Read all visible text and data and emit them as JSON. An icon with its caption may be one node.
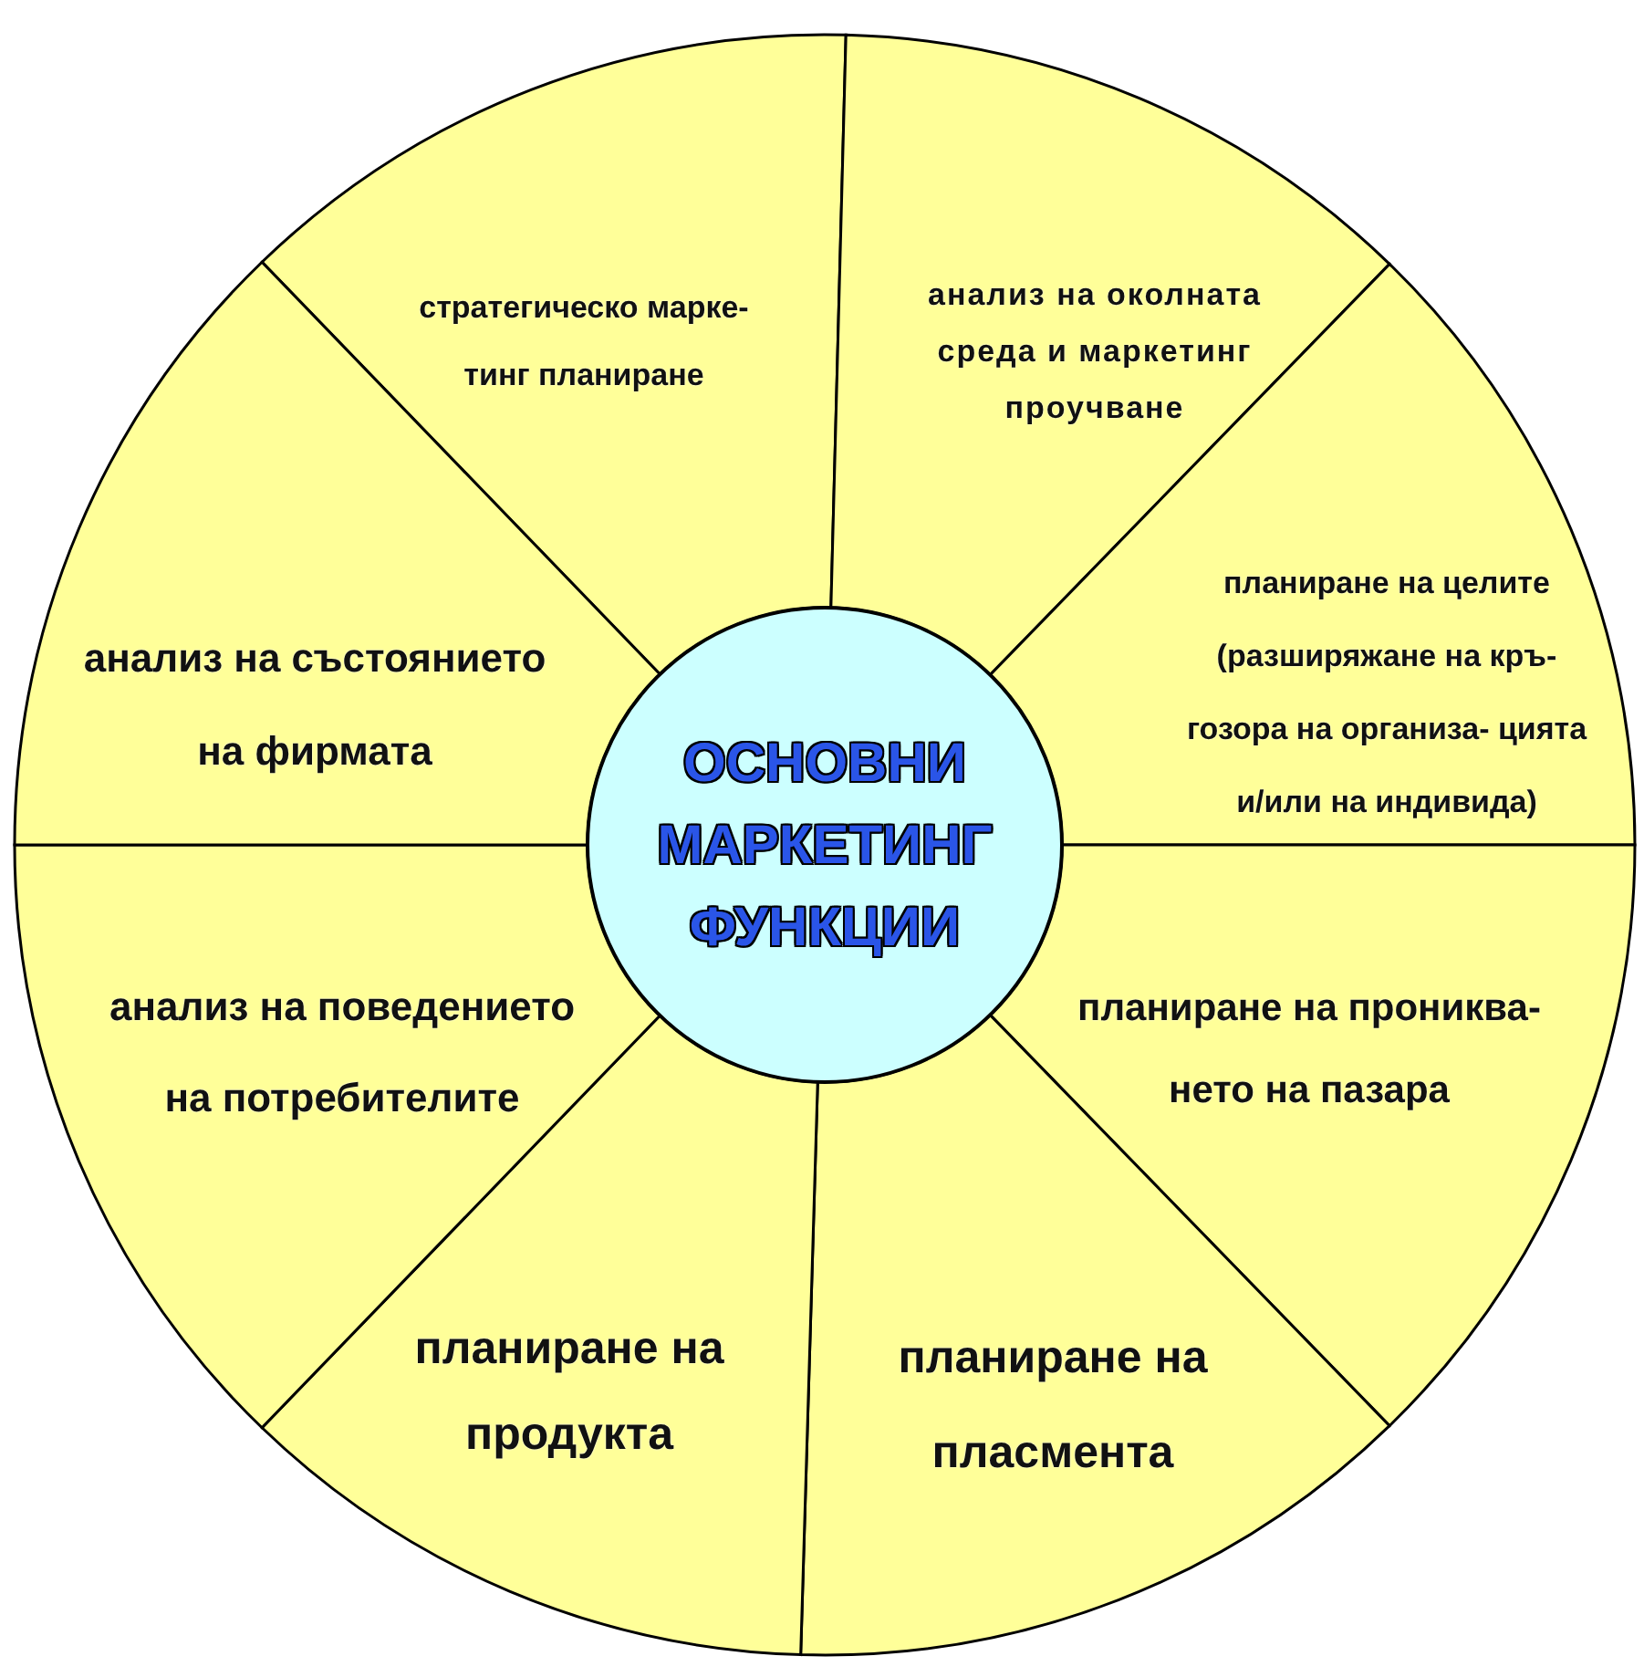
{
  "diagram": {
    "nodes": [
      {
        "text": [
          "ОСНОВНИ МАРКЕТИНГ ФУНКЦИИ"
        ]
      },
      {
        "text": [
          "стратегическо марке- тинг планиране"
        ]
      },
      {
        "text": [
          "анализ на околната среда и маркетинг проучване"
        ]
      },
      {
        "text": [
          "планиране на целите (разширяжане на кръ- гозора на организа- цията и/или на индивида)"
        ]
      },
      {
        "text": [
          "планиране на прониква- нето на пазара"
        ]
      },
      {
        "text": [
          "планиране на пласмента"
        ]
      },
      {
        "text": [
          "планиране на продукта"
        ]
      },
      {
        "text": [
          "анализ на поведението на потребителите"
        ]
      },
      {
        "text": [
          "анализ на състоянието на фирмата"
        ]
      }
    ]
  }
}
